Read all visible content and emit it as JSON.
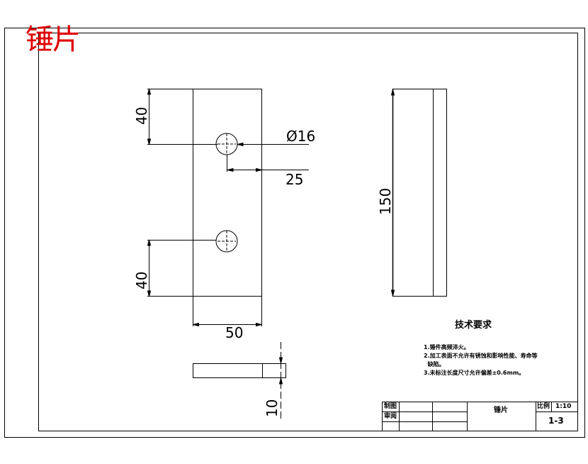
{
  "stamp_title": "锤片",
  "colors": {
    "stamp": "#e00000",
    "line": "#000000",
    "background": "#ffffff"
  },
  "dimensions": {
    "top_offset": "40",
    "hole_diameter": "Ø16",
    "hole_offset": "25",
    "bottom_offset": "40",
    "width": "50",
    "length": "150",
    "thickness": "10"
  },
  "tech_requirements": {
    "title": "技术要求",
    "items": [
      "1.锤件高频淬火。",
      "2.加工表面不允许有锈蚀和影响性能、寿命等",
      "  缺陷。",
      "3.未标注长度尺寸允许偏差±0.6mm。"
    ]
  },
  "title_block": {
    "drawn_label": "制图",
    "review_label": "审阅",
    "part_name": "锤片",
    "scale_label": "比例",
    "scale_value": "1:10",
    "drawing_number": "1-3"
  }
}
